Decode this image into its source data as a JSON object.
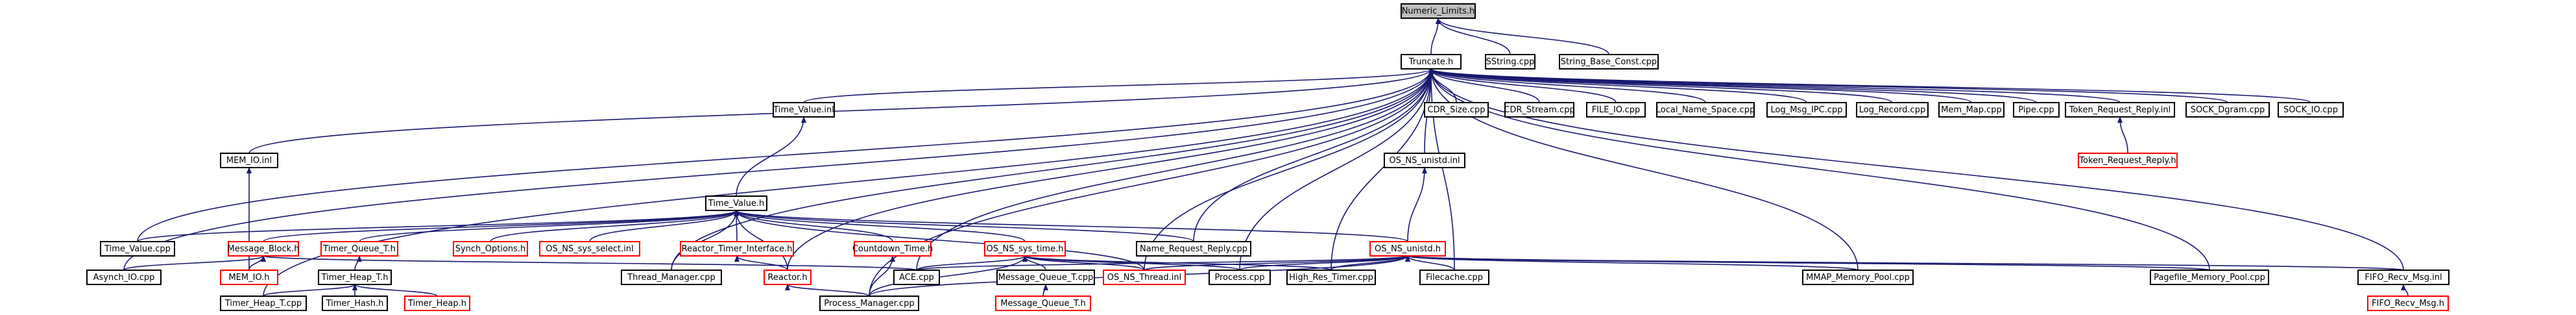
{
  "graph": {
    "nodes": [
      {
        "id": "numeric_limits",
        "label": "Numeric_Limits.h",
        "style": "root"
      },
      {
        "id": "truncate",
        "label": "Truncate.h",
        "style": "plain"
      },
      {
        "id": "sstring",
        "label": "SString.cpp",
        "style": "plain"
      },
      {
        "id": "string_base_const",
        "label": "String_Base_Const.cpp",
        "style": "plain"
      },
      {
        "id": "time_value_inl",
        "label": "Time_Value.inl",
        "style": "plain"
      },
      {
        "id": "cdr_size",
        "label": "CDR_Size.cpp",
        "style": "plain"
      },
      {
        "id": "cdr_stream",
        "label": "CDR_Stream.cpp",
        "style": "plain"
      },
      {
        "id": "file_io",
        "label": "FILE_IO.cpp",
        "style": "plain"
      },
      {
        "id": "local_name_space",
        "label": "Local_Name_Space.cpp",
        "style": "plain"
      },
      {
        "id": "log_msg_ipc",
        "label": "Log_Msg_IPC.cpp",
        "style": "plain"
      },
      {
        "id": "log_record",
        "label": "Log_Record.cpp",
        "style": "plain"
      },
      {
        "id": "mem_map",
        "label": "Mem_Map.cpp",
        "style": "plain"
      },
      {
        "id": "pipe",
        "label": "Pipe.cpp",
        "style": "plain"
      },
      {
        "id": "token_request_reply_inl",
        "label": "Token_Request_Reply.inl",
        "style": "plain"
      },
      {
        "id": "sock_dgram",
        "label": "SOCK_Dgram.cpp",
        "style": "plain"
      },
      {
        "id": "sock_io",
        "label": "SOCK_IO.cpp",
        "style": "plain"
      },
      {
        "id": "mem_io_inl",
        "label": "MEM_IO.inl",
        "style": "plain"
      },
      {
        "id": "os_ns_unistd_inl",
        "label": "OS_NS_unistd.inl",
        "style": "plain"
      },
      {
        "id": "token_request_reply_h",
        "label": "Token_Request_Reply.h",
        "style": "red"
      },
      {
        "id": "time_value_h",
        "label": "Time_Value.h",
        "style": "plain"
      },
      {
        "id": "time_value_cpp",
        "label": "Time_Value.cpp",
        "style": "plain"
      },
      {
        "id": "message_block_h",
        "label": "Message_Block.h",
        "style": "red"
      },
      {
        "id": "timer_queue_t_h",
        "label": "Timer_Queue_T.h",
        "style": "red"
      },
      {
        "id": "synch_options_h",
        "label": "Synch_Options.h",
        "style": "red"
      },
      {
        "id": "os_ns_sys_select_inl",
        "label": "OS_NS_sys_select.inl",
        "style": "red"
      },
      {
        "id": "reactor_timer_interface_h",
        "label": "Reactor_Timer_Interface.h",
        "style": "red"
      },
      {
        "id": "countdown_time_h",
        "label": "Countdown_Time.h",
        "style": "red"
      },
      {
        "id": "os_ns_sys_time_h",
        "label": "OS_NS_sys_time.h",
        "style": "red"
      },
      {
        "id": "name_request_reply",
        "label": "Name_Request_Reply.cpp",
        "style": "plain"
      },
      {
        "id": "os_ns_unistd_h",
        "label": "OS_NS_unistd.h",
        "style": "red"
      },
      {
        "id": "asynch_io",
        "label": "Asynch_IO.cpp",
        "style": "plain"
      },
      {
        "id": "mem_io_h",
        "label": "MEM_IO.h",
        "style": "red"
      },
      {
        "id": "timer_heap_t_h",
        "label": "Timer_Heap_T.h",
        "style": "plain"
      },
      {
        "id": "thread_manager",
        "label": "Thread_Manager.cpp",
        "style": "plain"
      },
      {
        "id": "reactor_h",
        "label": "Reactor.h",
        "style": "red"
      },
      {
        "id": "ace_cpp",
        "label": "ACE.cpp",
        "style": "plain"
      },
      {
        "id": "message_queue_t_cpp",
        "label": "Message_Queue_T.cpp",
        "style": "plain"
      },
      {
        "id": "os_ns_thread_inl",
        "label": "OS_NS_Thread.inl",
        "style": "red"
      },
      {
        "id": "process_cpp",
        "label": "Process.cpp",
        "style": "plain"
      },
      {
        "id": "high_res_timer",
        "label": "High_Res_Timer.cpp",
        "style": "plain"
      },
      {
        "id": "filecache",
        "label": "Filecache.cpp",
        "style": "plain"
      },
      {
        "id": "mmap_memory_pool",
        "label": "MMAP_Memory_Pool.cpp",
        "style": "plain"
      },
      {
        "id": "pagefile_memory_pool",
        "label": "Pagefile_Memory_Pool.cpp",
        "style": "plain"
      },
      {
        "id": "fifo_recv_msg_inl",
        "label": "FIFO_Recv_Msg.inl",
        "style": "plain"
      },
      {
        "id": "timer_heap_t_cpp",
        "label": "Timer_Heap_T.cpp",
        "style": "plain"
      },
      {
        "id": "timer_hash_h",
        "label": "Timer_Hash.h",
        "style": "plain"
      },
      {
        "id": "timer_heap_h",
        "label": "Timer_Heap.h",
        "style": "red"
      },
      {
        "id": "process_manager",
        "label": "Process_Manager.cpp",
        "style": "plain"
      },
      {
        "id": "message_queue_t_h",
        "label": "Message_Queue_T.h",
        "style": "red"
      },
      {
        "id": "fifo_recv_msg_h",
        "label": "FIFO_Recv_Msg.h",
        "style": "red"
      }
    ],
    "edges": [
      [
        "truncate",
        "numeric_limits"
      ],
      [
        "sstring",
        "numeric_limits"
      ],
      [
        "string_base_const",
        "numeric_limits"
      ],
      [
        "time_value_inl",
        "truncate"
      ],
      [
        "cdr_size",
        "truncate"
      ],
      [
        "cdr_stream",
        "truncate"
      ],
      [
        "file_io",
        "truncate"
      ],
      [
        "local_name_space",
        "truncate"
      ],
      [
        "log_msg_ipc",
        "truncate"
      ],
      [
        "log_record",
        "truncate"
      ],
      [
        "mem_map",
        "truncate"
      ],
      [
        "pipe",
        "truncate"
      ],
      [
        "token_request_reply_inl",
        "truncate"
      ],
      [
        "sock_dgram",
        "truncate"
      ],
      [
        "sock_io",
        "truncate"
      ],
      [
        "mem_io_inl",
        "truncate"
      ],
      [
        "os_ns_unistd_inl",
        "truncate"
      ],
      [
        "time_value_cpp",
        "truncate"
      ],
      [
        "asynch_io",
        "truncate"
      ],
      [
        "name_request_reply",
        "truncate"
      ],
      [
        "thread_manager",
        "truncate"
      ],
      [
        "reactor_h",
        "truncate"
      ],
      [
        "ace_cpp",
        "truncate"
      ],
      [
        "process_cpp",
        "truncate"
      ],
      [
        "high_res_timer",
        "truncate"
      ],
      [
        "filecache",
        "truncate"
      ],
      [
        "mmap_memory_pool",
        "truncate"
      ],
      [
        "pagefile_memory_pool",
        "truncate"
      ],
      [
        "fifo_recv_msg_inl",
        "truncate"
      ],
      [
        "timer_heap_t_cpp",
        "truncate"
      ],
      [
        "process_manager",
        "truncate"
      ],
      [
        "os_ns_thread_inl",
        "truncate"
      ],
      [
        "token_request_reply_h",
        "token_request_reply_inl"
      ],
      [
        "mem_io_h",
        "mem_io_inl"
      ],
      [
        "os_ns_unistd_h",
        "os_ns_unistd_inl"
      ],
      [
        "time_value_h",
        "time_value_inl"
      ],
      [
        "time_value_cpp",
        "time_value_h"
      ],
      [
        "message_block_h",
        "time_value_h"
      ],
      [
        "timer_queue_t_h",
        "time_value_h"
      ],
      [
        "synch_options_h",
        "time_value_h"
      ],
      [
        "os_ns_sys_select_inl",
        "time_value_h"
      ],
      [
        "reactor_timer_interface_h",
        "time_value_h"
      ],
      [
        "countdown_time_h",
        "time_value_h"
      ],
      [
        "os_ns_sys_time_h",
        "time_value_h"
      ],
      [
        "name_request_reply",
        "time_value_h"
      ],
      [
        "os_ns_unistd_h",
        "time_value_h"
      ],
      [
        "thread_manager",
        "time_value_h"
      ],
      [
        "reactor_h",
        "time_value_h"
      ],
      [
        "os_ns_thread_inl",
        "time_value_h"
      ],
      [
        "asynch_io",
        "message_block_h"
      ],
      [
        "mem_io_h",
        "message_block_h"
      ],
      [
        "ace_cpp",
        "message_block_h"
      ],
      [
        "timer_heap_t_h",
        "timer_queue_t_h"
      ],
      [
        "reactor_h",
        "reactor_timer_interface_h"
      ],
      [
        "process_manager",
        "countdown_time_h"
      ],
      [
        "message_queue_t_cpp",
        "os_ns_sys_time_h"
      ],
      [
        "os_ns_thread_inl",
        "os_ns_sys_time_h"
      ],
      [
        "process_cpp",
        "os_ns_sys_time_h"
      ],
      [
        "ace_cpp",
        "os_ns_sys_time_h"
      ],
      [
        "high_res_timer",
        "os_ns_sys_time_h"
      ],
      [
        "process_manager",
        "os_ns_sys_time_h"
      ],
      [
        "ace_cpp",
        "os_ns_unistd_h"
      ],
      [
        "process_cpp",
        "os_ns_unistd_h"
      ],
      [
        "high_res_timer",
        "os_ns_unistd_h"
      ],
      [
        "filecache",
        "os_ns_unistd_h"
      ],
      [
        "mmap_memory_pool",
        "os_ns_unistd_h"
      ],
      [
        "pagefile_memory_pool",
        "os_ns_unistd_h"
      ],
      [
        "fifo_recv_msg_inl",
        "os_ns_unistd_h"
      ],
      [
        "os_ns_thread_inl",
        "os_ns_unistd_h"
      ],
      [
        "process_manager",
        "os_ns_unistd_h"
      ],
      [
        "timer_heap_t_cpp",
        "timer_heap_t_h"
      ],
      [
        "timer_hash_h",
        "timer_heap_t_h"
      ],
      [
        "timer_heap_h",
        "timer_heap_t_h"
      ],
      [
        "process_manager",
        "reactor_h"
      ],
      [
        "message_queue_t_h",
        "message_queue_t_cpp"
      ],
      [
        "fifo_recv_msg_h",
        "fifo_recv_msg_inl"
      ]
    ]
  },
  "colors": {
    "edge": "#191970",
    "root_fill": "#bfbfbf",
    "plain_border": "#000000",
    "red_border": "#ff0000"
  }
}
